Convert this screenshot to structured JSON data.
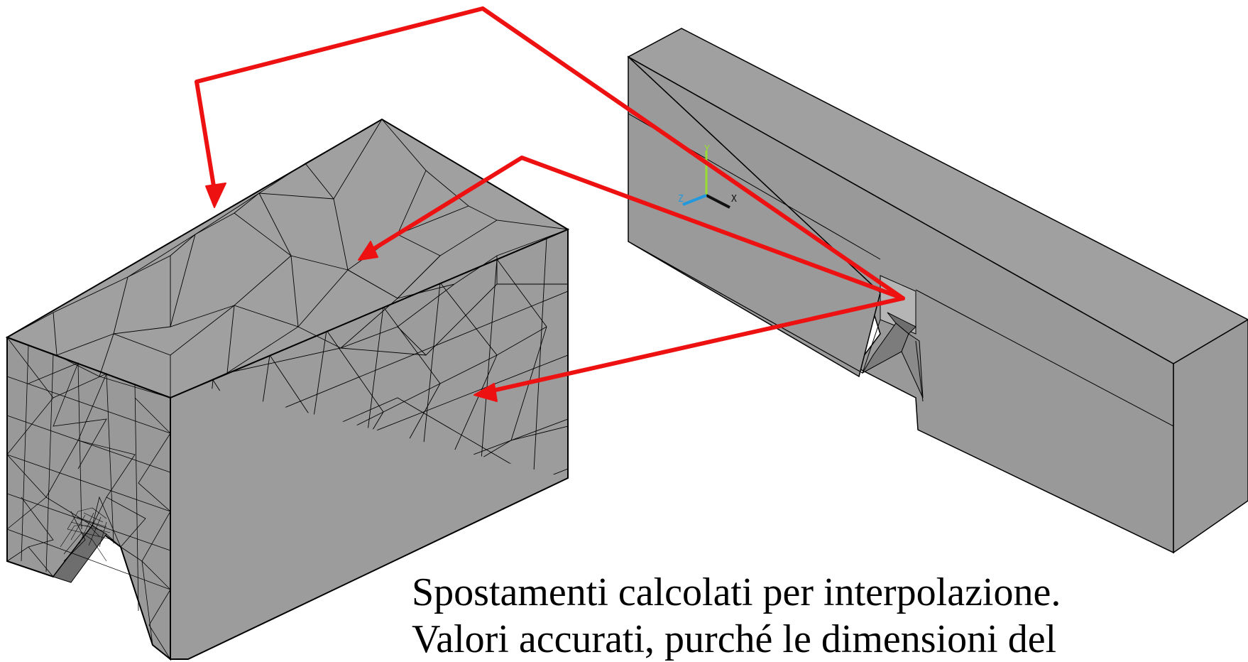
{
  "caption": {
    "line1": "Spostamenti calcolati per interpolazione.",
    "line2": "Valori accurati, purché le dimensioni del"
  },
  "triad": {
    "x": "X",
    "y": "Y",
    "z": "Z"
  },
  "colors": {
    "surface": "#999999",
    "surface_dark": "#7a7a7a",
    "edge": "#000000",
    "arrow": "#ee1111",
    "axis_x": "#111111",
    "axis_y": "#99dd33",
    "axis_z": "#2299dd"
  }
}
